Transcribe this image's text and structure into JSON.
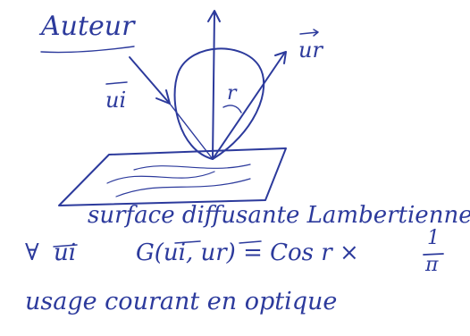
{
  "ink_color": "#2c3a9c",
  "sketch": {
    "title": "Auteur",
    "label_ui": "ui",
    "label_ur": "ur",
    "label_angle": "r"
  },
  "text": {
    "line1": "surface diffusante Lambertienne",
    "line2_prefix": "∀",
    "line2_ui": "ui",
    "line2_formula": "G(ui, ur) = Cos r ×",
    "frac_num": "1",
    "frac_den": "π",
    "line3": "usage courant en optique"
  }
}
